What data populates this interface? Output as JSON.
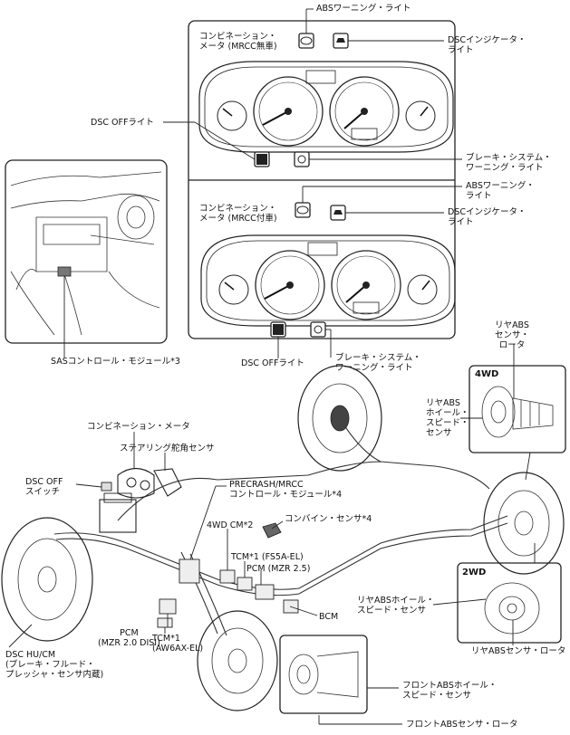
{
  "top_panel": {
    "meter_no_mrcc": "コンビネーション・\nメータ (MRCC無車)",
    "meter_with_mrcc": "コンビネーション・\nメータ (MRCC付車)",
    "abs_warning_top": "ABSワーニング・ライト",
    "dsc_indicator_top": "DSCインジケータ・\nライト",
    "dsc_off_light_top": "DSC OFFライト",
    "brake_warning_top": "ブレーキ・システム・\nワーニング・ライト",
    "abs_warning_bottom": "ABSワーニング・\nライト",
    "dsc_indicator_bottom": "DSCインジケータ・\nライト",
    "dsc_off_light_bottom": "DSC OFFライト",
    "brake_warning_bottom": "ブレーキ・システム・\nワーニング・ライト",
    "icon_abs": "ABS",
    "icon_dsc": "DSC\nOFF"
  },
  "sas_module": "SASコントロール・モジュール*3",
  "components": {
    "combination_meter": "コンビネーション・メータ",
    "steering_sensor": "ステアリング舵角センサ",
    "dsc_off_switch": "DSC OFF\nスイッチ",
    "precrash": "PRECRASH/MRCC\nコントロール・モジュール*4",
    "combine_sensor": "コンバイン・センサ*4",
    "cm4wd": "4WD CM*2",
    "tcm_fs5a": "TCM*1 (FS5A-EL)",
    "pcm_mzr25": "PCM (MZR 2.5)",
    "bcm": "BCM",
    "pcm_mzr20": "PCM\n(MZR 2.0 DISI)",
    "tcm_aw6ax": "TCM*1\n(AW6AX-EL)",
    "dsc_hu_cm": "DSC HU/CM\n(ブレーキ・フルード・\nプレッシャ・センサ内蔵)"
  },
  "rear": {
    "sensor_rotor_4wd": "リヤABS\nセンサ・\nロータ",
    "wheel_sensor_4wd": "リヤABS\nホイール・\nスピード・\nセンサ",
    "label_4wd": "4WD",
    "label_2wd": "2WD",
    "wheel_sensor_2wd": "リヤABSホイール・\nスピード・センサ",
    "sensor_rotor_2wd": "リヤABSセンサ・ロータ"
  },
  "front": {
    "wheel_sensor": "フロントABSホイール・\nスピード・センサ",
    "sensor_rotor": "フロントABSセンサ・ロータ"
  }
}
